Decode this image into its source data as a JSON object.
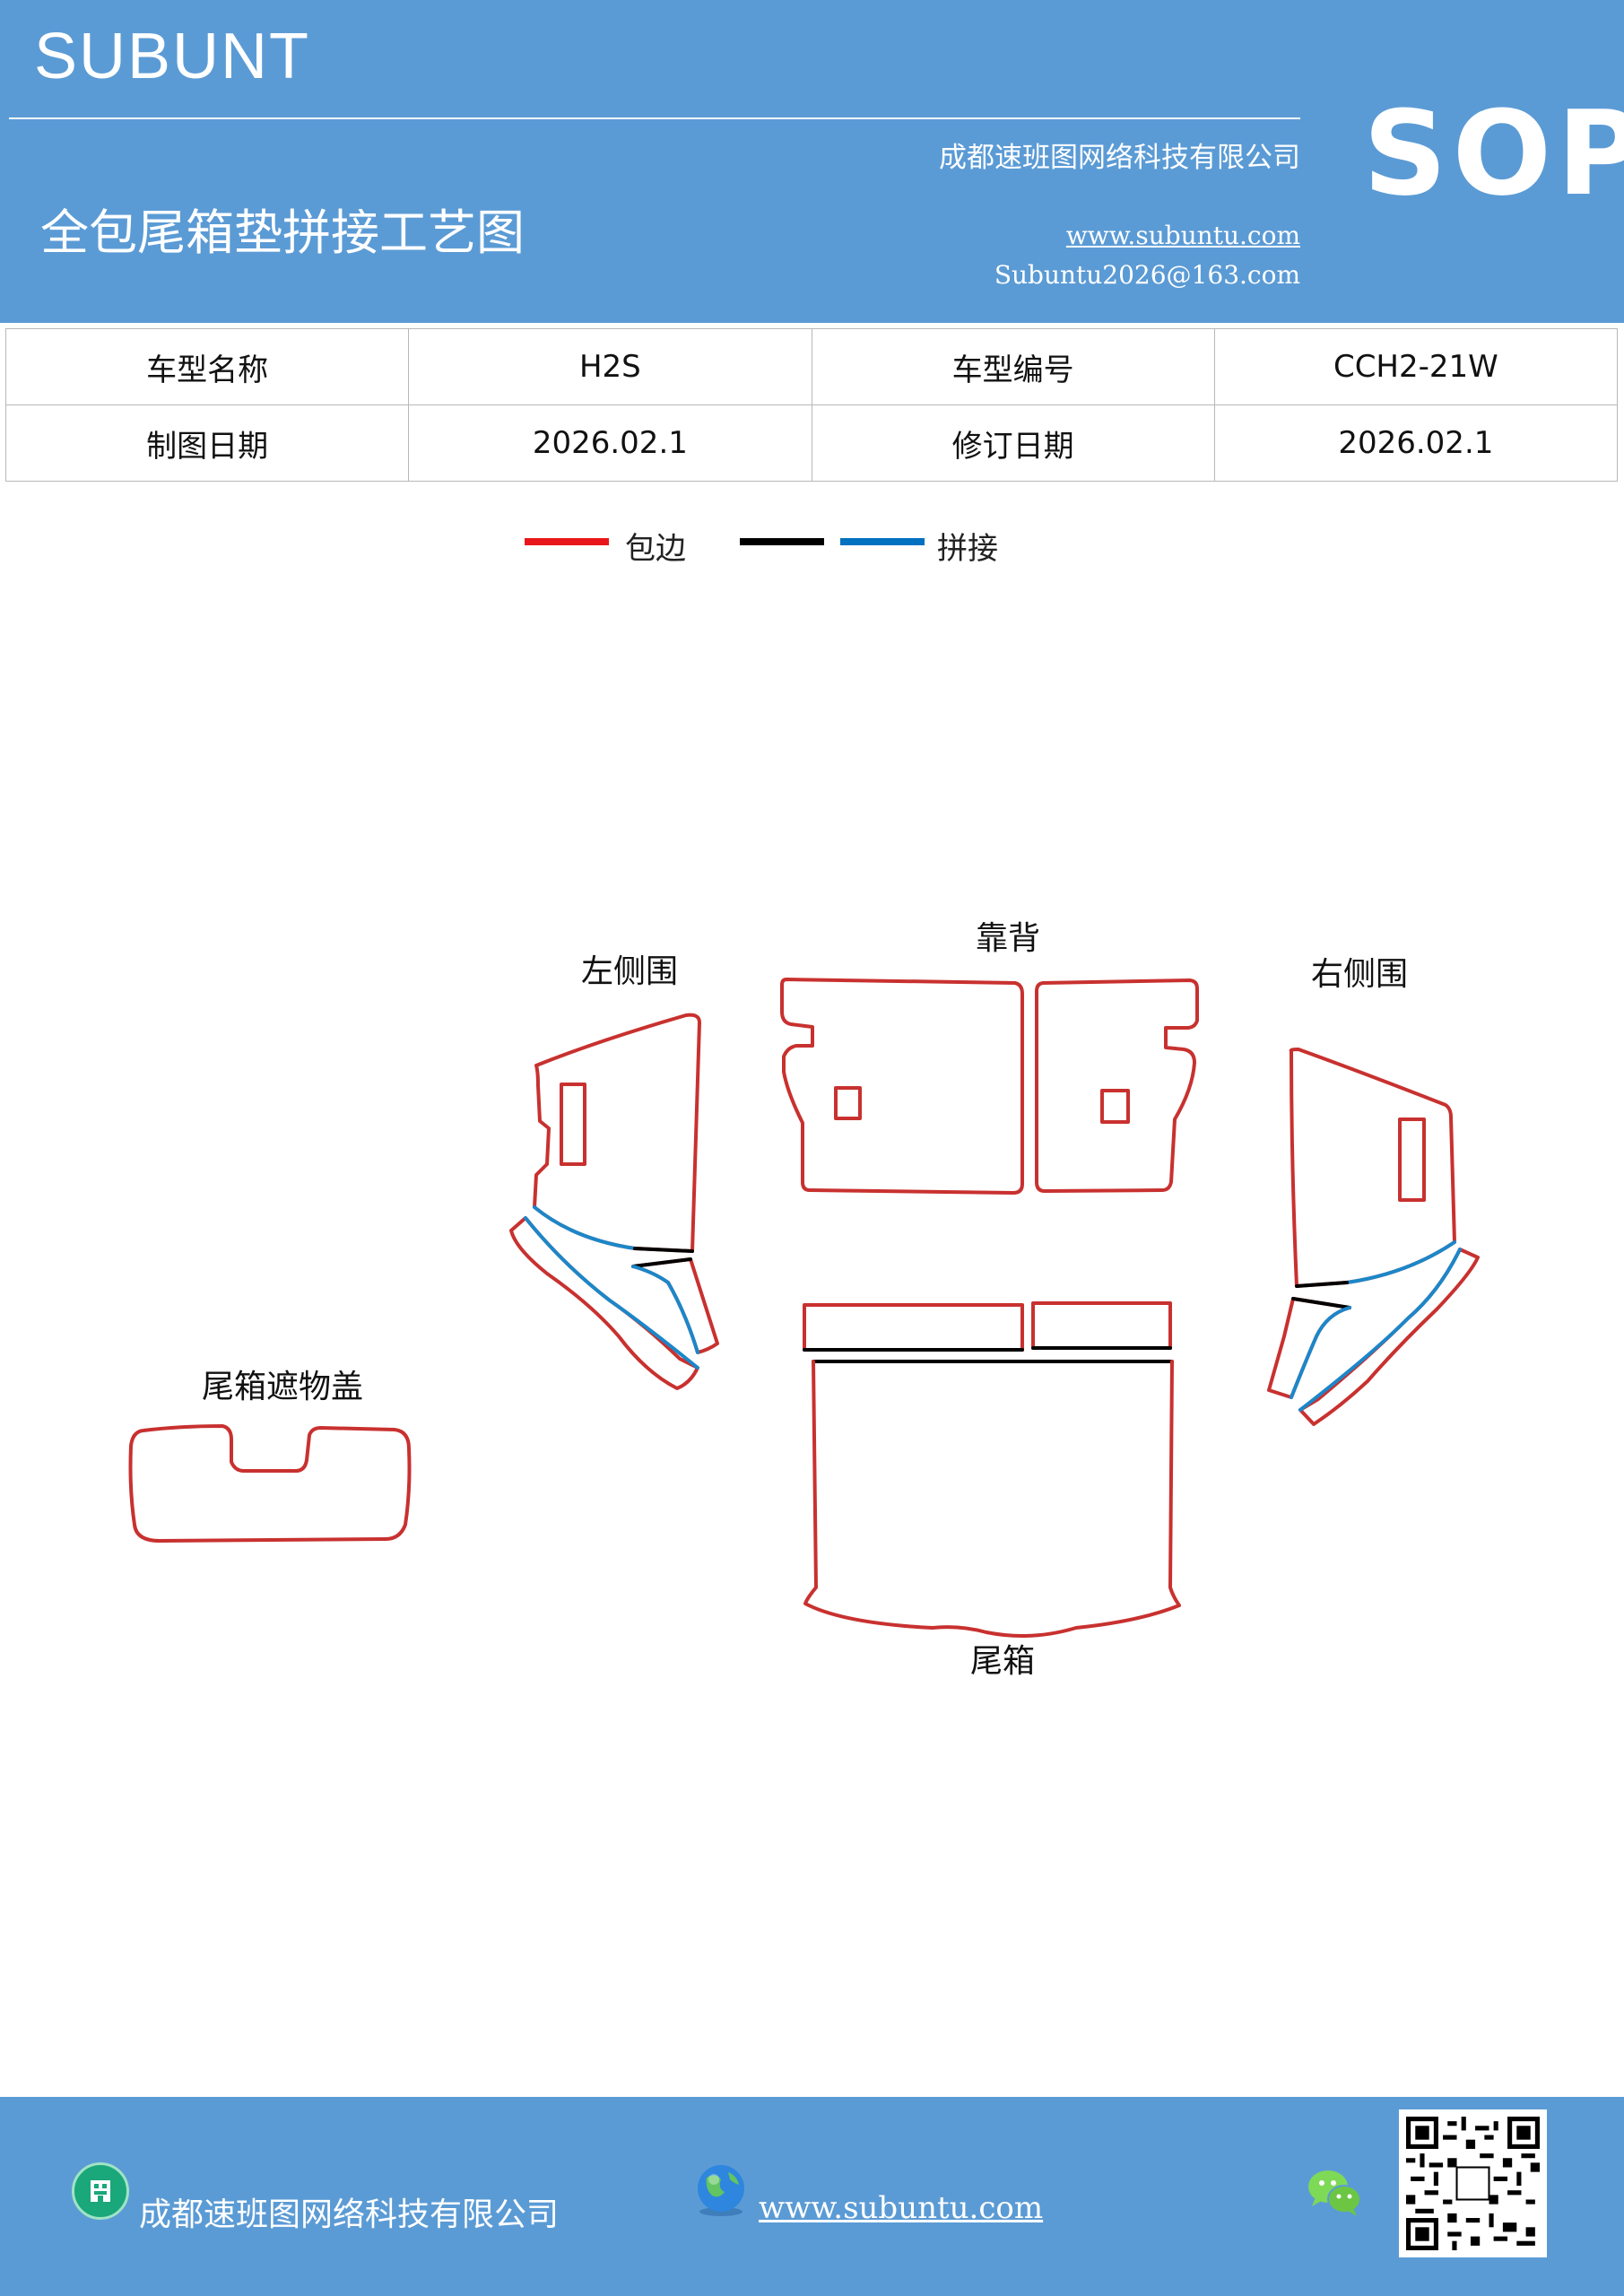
{
  "header": {
    "brand": "SUBUNT",
    "badge": "SOP",
    "company": "成都速班图网络科技有限公司",
    "title": "全包尾箱垫拼接工艺图",
    "website": "www.subuntu.com",
    "email": "Subuntu2026@163.com"
  },
  "info_table": {
    "rows": [
      [
        "车型名称",
        "H2S",
        "车型编号",
        "CCH2-21W"
      ],
      [
        "制图日期",
        "2026.02.1",
        "修订日期",
        "2026.02.1"
      ]
    ]
  },
  "legend": {
    "items": [
      {
        "label": "包边",
        "color": "#e8161b"
      },
      {
        "label": "",
        "color": "#000000"
      },
      {
        "label": "拼接",
        "color": "#0070c0"
      }
    ]
  },
  "parts": {
    "backrest": "靠背",
    "left_side": "左侧围",
    "right_side": "右侧围",
    "trunk": "尾箱",
    "cover": "尾箱遮物盖"
  },
  "colors": {
    "header_bg": "#5b9bd5",
    "edge_red": "#c8312f",
    "seam_blue": "#1b87c9",
    "seam_black": "#000000"
  },
  "footer": {
    "company": "成都速班图网络科技有限公司",
    "website": "www.subuntu.com",
    "icons": [
      "building-icon",
      "globe-icon",
      "wechat-icon",
      "qr-code"
    ]
  }
}
